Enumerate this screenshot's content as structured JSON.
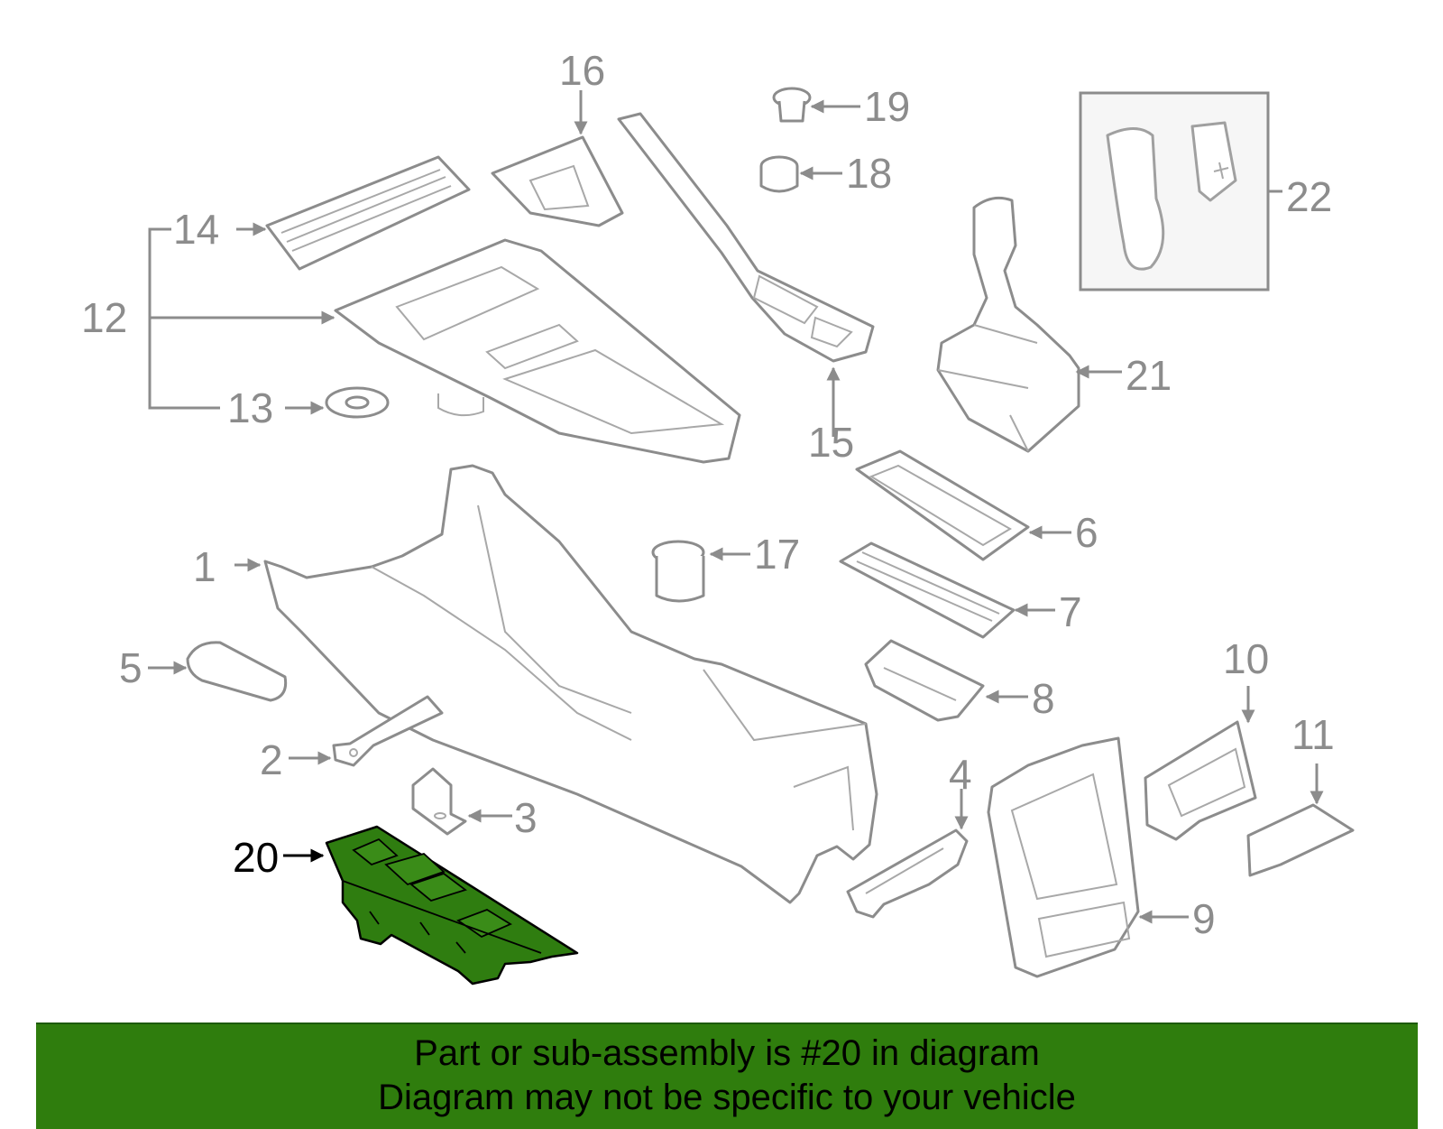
{
  "diagram": {
    "highlighted_part": "20",
    "highlight_color": "#2f7d10",
    "callouts": {
      "c1": "1",
      "c2": "2",
      "c3": "3",
      "c4": "4",
      "c5": "5",
      "c6": "6",
      "c7": "7",
      "c8": "8",
      "c9": "9",
      "c10": "10",
      "c11": "11",
      "c12": "12",
      "c13": "13",
      "c14": "14",
      "c15": "15",
      "c16": "16",
      "c17": "17",
      "c18": "18",
      "c19": "19",
      "c20": "20",
      "c21": "21",
      "c22": "22"
    }
  },
  "banner": {
    "line1": "Part or sub-assembly is #20 in diagram",
    "line2": "Diagram may not be specific to your vehicle",
    "background_color": "#2f7d0d"
  }
}
